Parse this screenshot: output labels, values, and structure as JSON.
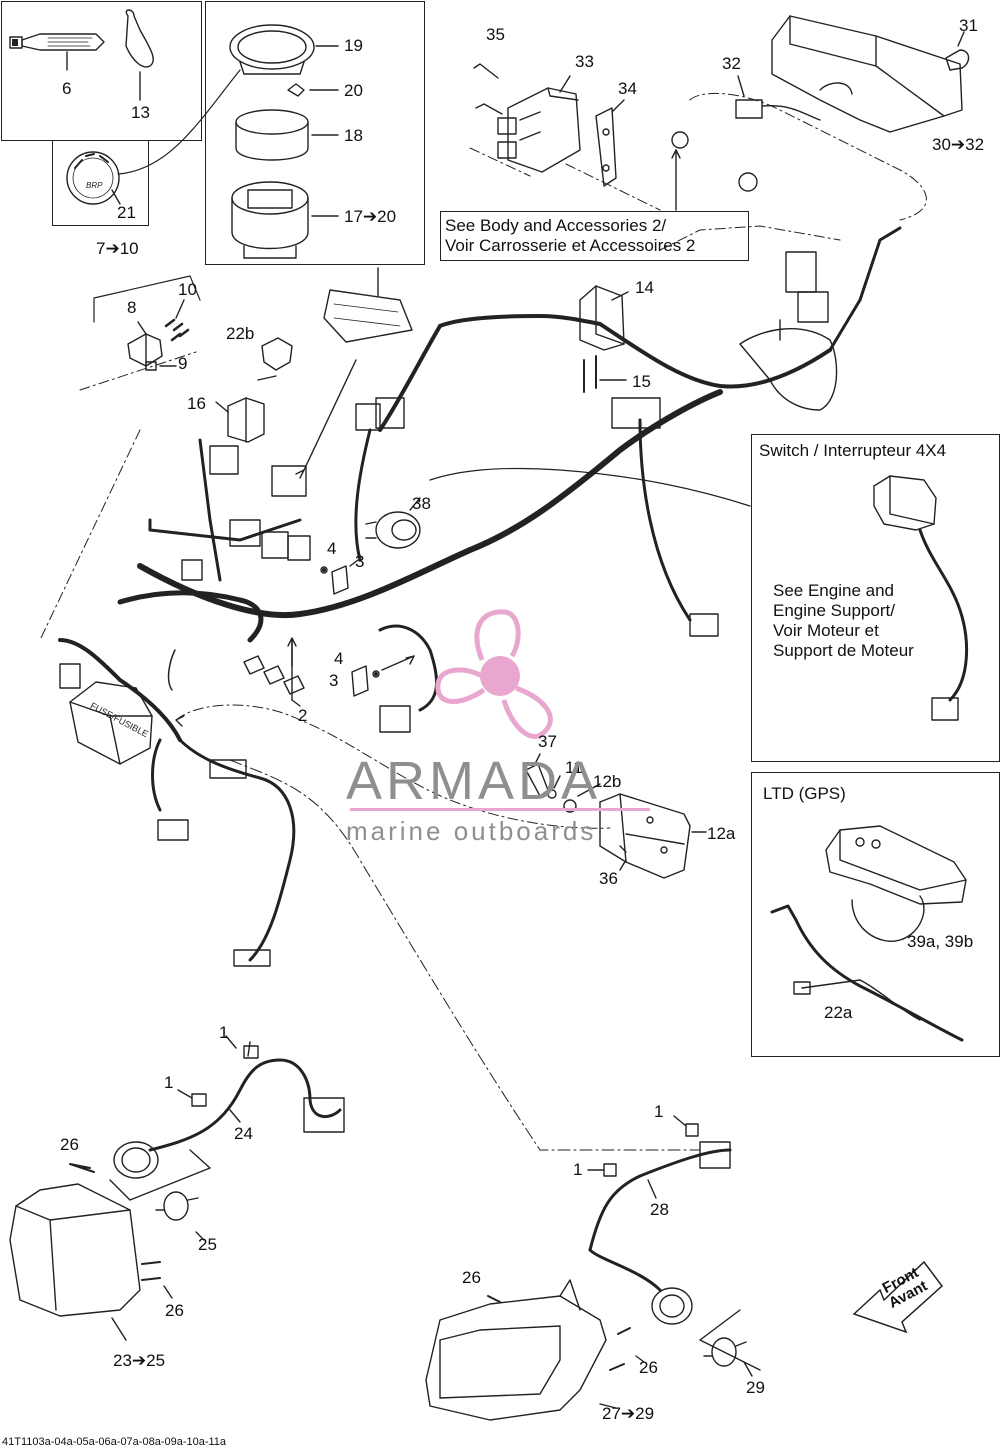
{
  "labels": {
    "l6": "6",
    "l13": "13",
    "l21": "21",
    "l19": "19",
    "l20": "20",
    "l18": "18",
    "l17": "17➔20",
    "l35": "35",
    "l33": "33",
    "l34": "34",
    "l31": "31",
    "l32": "32",
    "l30": "30➔32",
    "l7": "7➔10",
    "l8": "8",
    "l10": "10",
    "l9": "9",
    "l22b": "22b",
    "l16": "16",
    "l14": "14",
    "l15": "15",
    "l38": "38",
    "l4a": "4",
    "l3a": "3",
    "l4b": "4",
    "l3b": "3",
    "l2": "2",
    "l37": "37",
    "l11": "11",
    "l12b": "12b",
    "l12a": "12a",
    "l36": "36",
    "l39": "39a, 39b",
    "l22a": "22a",
    "l1a": "1",
    "l1b": "1",
    "l24": "24",
    "l26a": "26",
    "l25": "25",
    "l26b": "26",
    "l23": "23➔25",
    "l1c": "1",
    "l1d": "1",
    "l28": "28",
    "l26c": "26",
    "l26d": "26",
    "l29": "29",
    "l27": "27➔29"
  },
  "notes": {
    "body_line1": "See Body and Accessories 2/",
    "body_line2": "Voir Carrosserie et Accessoires 2",
    "engine_line1": "See Engine and",
    "engine_line2": "Engine Support/",
    "engine_line3": "Voir Moteur et",
    "engine_line4": "Support de Moteur"
  },
  "insets": {
    "switch_title": "Switch / Interrupteur 4X4",
    "gps_title": "LTD (GPS)"
  },
  "front_arrow": {
    "line1": "Front",
    "line2": "Avant"
  },
  "footer": {
    "code": "41T1103a-04a-05a-06a-07a-08a-09a-10a-11a"
  },
  "watermark": {
    "brand": "ARMADA",
    "tagline": "marine outboards",
    "color": "#e9a7cf"
  },
  "imprints": {
    "fuse_box": "FUSE/FUSIBLE",
    "gauge_logo": "BRP"
  }
}
